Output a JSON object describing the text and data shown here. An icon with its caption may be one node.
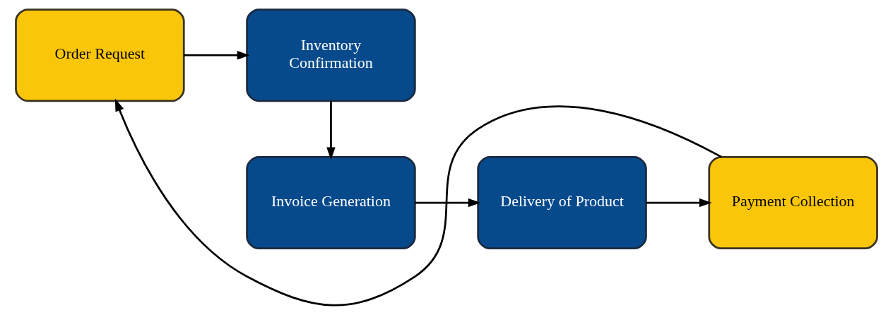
{
  "diagram": {
    "nodes": [
      {
        "text": [
          "Order Request"
        ]
      },
      {
        "text": [
          "Inventory Confirmation"
        ]
      },
      {
        "text": [
          "Invoice Generation"
        ]
      },
      {
        "text": [
          "Delivery of Product"
        ]
      },
      {
        "text": [
          "Payment Collection"
        ]
      }
    ],
    "edges": [
      {
        "from": 0,
        "to": 1,
        "arrow": "to"
      },
      {
        "from": 1,
        "to": 2,
        "arrow": "to"
      },
      {
        "from": 2,
        "to": 3,
        "arrow": "to"
      },
      {
        "from": 3,
        "to": 4,
        "arrow": "to"
      },
      {
        "from": 4,
        "to": 0,
        "arrow": "to"
      }
    ]
  }
}
